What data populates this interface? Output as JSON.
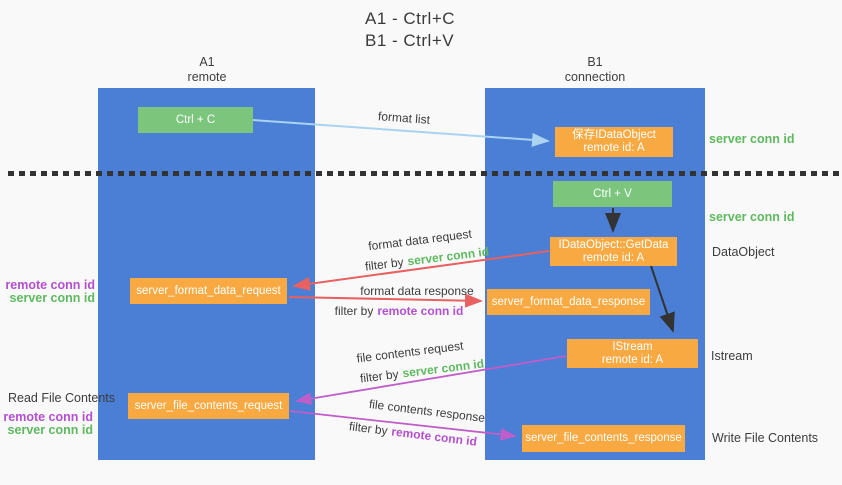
{
  "title": {
    "line1": "A1 - Ctrl+C",
    "line2": "B1 - Ctrl+V"
  },
  "columns": {
    "left": {
      "name": "A1",
      "role": "remote"
    },
    "right": {
      "name": "B1",
      "role": "connection"
    }
  },
  "nodes": {
    "ctrl_c": "Ctrl + C",
    "save_idataobject_line1": "保存IDataObject",
    "save_idataobject_line2": "remote id: A",
    "ctrl_v": "Ctrl + V",
    "getdata_line1": "IDataObject::GetData",
    "getdata_line2": "remote id: A",
    "format_request": "server_format_data_request",
    "format_response": "server_format_data_response",
    "istream_line1": "IStream",
    "istream_line2": "remote id: A",
    "file_request": "server_file_contents_request",
    "file_response": "server_file_contents_response"
  },
  "labels": {
    "format_list": "format list",
    "filter_by": "filter by",
    "server_conn_id": "server conn id",
    "remote_conn_id": "remote conn id",
    "format_data_request": "format data request",
    "format_data_response": "format data response",
    "file_contents_request": "file contents request",
    "file_contents_response": "file contents response",
    "dataobject": "DataObject",
    "istream": "Istream",
    "read_file_contents": "Read File Contents",
    "write_file_contents": "Write File Contents"
  },
  "colors": {
    "column_blue": "#4a7fd5",
    "box_green": "#7bc57d",
    "box_orange": "#f8a942",
    "arrow_lightblue": "#a9d3f0",
    "arrow_red": "#e86060",
    "arrow_magenta": "#bf5ec9",
    "arrow_black": "#333333",
    "text_green": "#5eb95f",
    "text_purple": "#b44fd0",
    "text_dark": "#3c3c3c"
  }
}
